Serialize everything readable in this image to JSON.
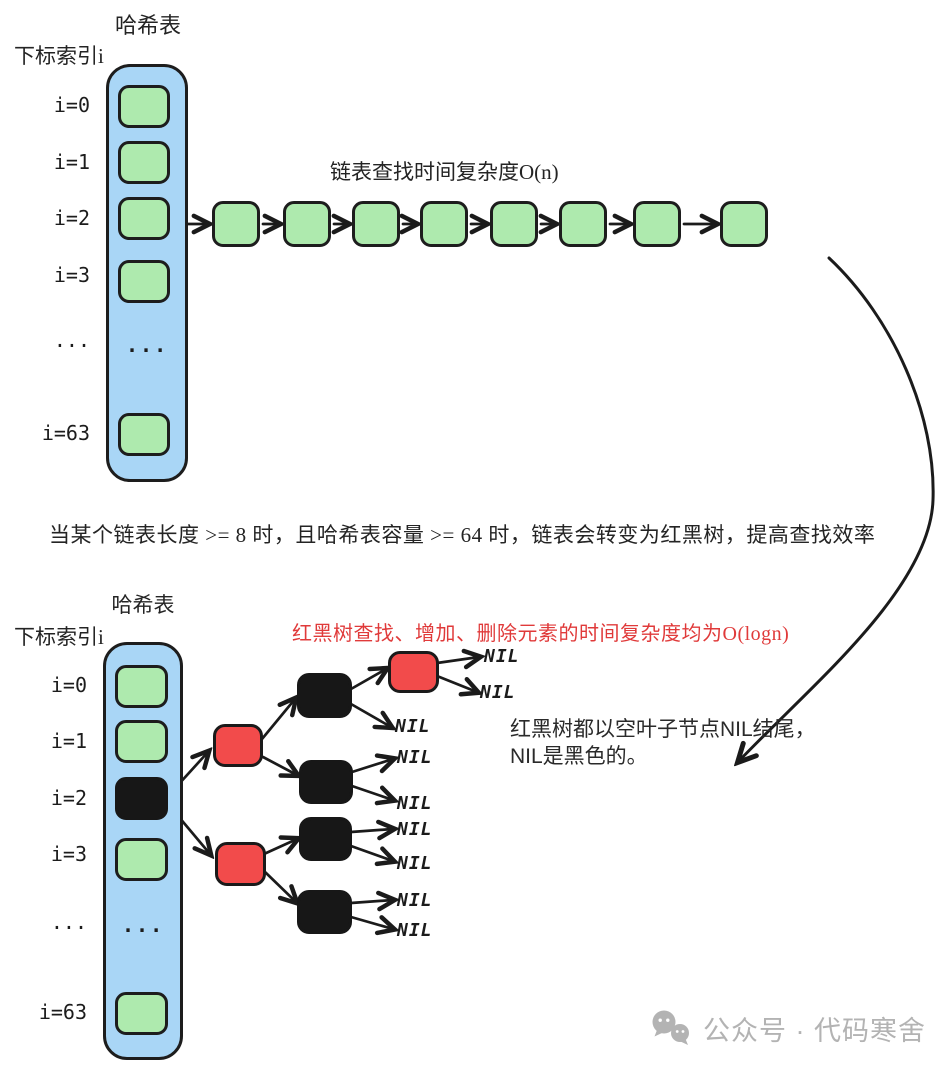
{
  "top": {
    "table_title": "哈希表",
    "index_label": "下标索引i",
    "rows": [
      {
        "label": "i=0",
        "slot": "green"
      },
      {
        "label": "i=1",
        "slot": "green"
      },
      {
        "label": "i=2",
        "slot": "green"
      },
      {
        "label": "i=3",
        "slot": "green"
      },
      {
        "label": "...",
        "slot": "dots"
      },
      {
        "label": "i=63",
        "slot": "green"
      }
    ],
    "table_dots": "...",
    "list_note": "链表查找时间复杂度O(n)",
    "list_node_count": 8
  },
  "middle_note": "当某个链表长度 >= 8 时，且哈希表容量 >= 64 时，链表会转变为红黑树，提高查找效率",
  "bottom": {
    "table_title": "哈希表",
    "index_label": "下标索引i",
    "rows": [
      {
        "label": "i=0",
        "slot": "green"
      },
      {
        "label": "i=1",
        "slot": "green"
      },
      {
        "label": "i=2",
        "slot": "black"
      },
      {
        "label": "i=3",
        "slot": "green"
      },
      {
        "label": "...",
        "slot": "dots"
      },
      {
        "label": "i=63",
        "slot": "green"
      }
    ],
    "table_dots": "...",
    "tree_note_red": "红黑树查找、增加、删除元素的时间复杂度均为O(logn)",
    "nil_note_line1": "红黑树都以空叶子节点NIL结尾，",
    "nil_note_line2": "NIL是黑色的。",
    "nil_label": "NIL",
    "nil_count": 9,
    "tree_nodes": [
      {
        "id": "red-left-upper",
        "color": "red"
      },
      {
        "id": "red-left-lower",
        "color": "red"
      },
      {
        "id": "black-upper-1",
        "color": "black"
      },
      {
        "id": "black-upper-2",
        "color": "black"
      },
      {
        "id": "black-lower-1",
        "color": "black"
      },
      {
        "id": "black-lower-2",
        "color": "black"
      },
      {
        "id": "red-top",
        "color": "red"
      }
    ]
  },
  "watermark": {
    "icon": "wechat-icon",
    "text": "公众号 · 代码寒舍"
  },
  "colors": {
    "table_blue": "#a9d6f6",
    "slot_green": "#aeeaae",
    "node_red": "#f24b4b",
    "node_black": "#171717",
    "stroke": "#1b1b1b",
    "red_text": "#e03a3a",
    "watermark_gray": "#b3b3b3"
  }
}
